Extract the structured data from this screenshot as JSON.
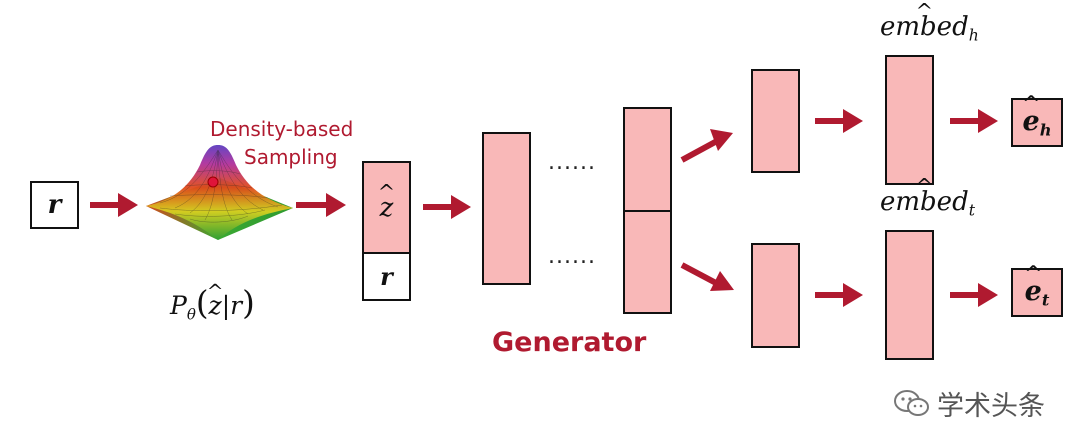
{
  "input_label": "r",
  "sampling": {
    "title_line1": "Density-based",
    "title_line2": "Sampling",
    "formula_prefix": "P",
    "formula_sub": "θ",
    "formula_arg": "z",
    "formula_cond": "r"
  },
  "latent": {
    "top_label": "z",
    "bottom_label": "r"
  },
  "dots_top": "......",
  "dots_bottom": "......",
  "generator_label": "Generator",
  "embed_head_label": "embed",
  "embed_head_sub": "h",
  "embed_tail_label": "embed",
  "embed_tail_sub": "t",
  "output_head": {
    "base": "e",
    "sub": "h"
  },
  "output_tail": {
    "base": "e",
    "sub": "t"
  },
  "watermark": {
    "text": "学术头条",
    "icon": "wechat-icon"
  },
  "colors": {
    "arrow": "#b01a30",
    "block_fill": "#f9b8b8",
    "accent_text": "#b01a30"
  }
}
